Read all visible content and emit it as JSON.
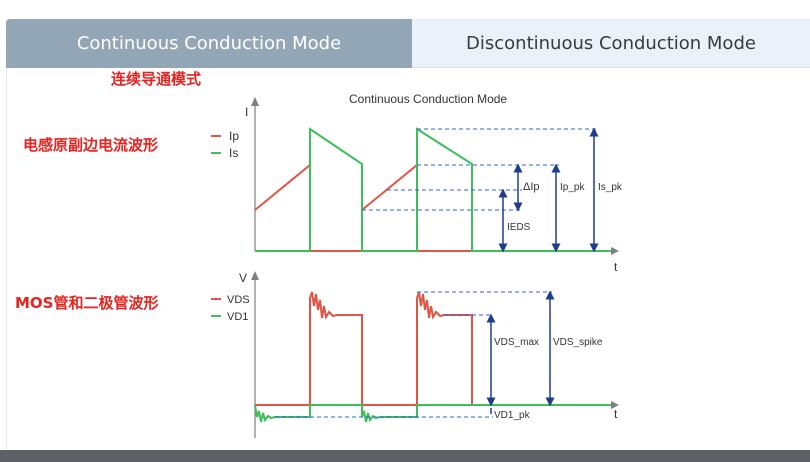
{
  "tabs": [
    {
      "label": "Continuous Conduction Mode",
      "active": true
    },
    {
      "label": "Discontinuous Conduction Mode",
      "active": false
    }
  ],
  "figure": {
    "heading_cn": "连续导通模式",
    "title": "Continuous  Conduction Mode",
    "current_section_cn": "电感原副边电流波形",
    "voltage_section_cn": "MOS管和二极管波形",
    "current_axis_label": "I",
    "voltage_axis_label": "V",
    "time_label": "t",
    "legend_ip": "Ip",
    "legend_is": "Is",
    "legend_vds": "VDS",
    "legend_vd1": "VD1",
    "label_delta_ip": "ΔIp",
    "label_ip_pk": "Ip_pk",
    "label_is_pk": "Is_pk",
    "label_ieds": "IEDS",
    "label_vds_max": "VDS_max",
    "label_vds_spike": "VDS_spike",
    "label_vd1_pk": "VD1_pk"
  },
  "colors": {
    "primary_red": "#e05545",
    "secondary_green": "#3cbf5a",
    "annotation_blue": "#1f3d8f",
    "tab_active_bg": "#93a6b5",
    "tab_inactive_bg": "#ebf1f8",
    "heading_red": "#e8231f"
  }
}
